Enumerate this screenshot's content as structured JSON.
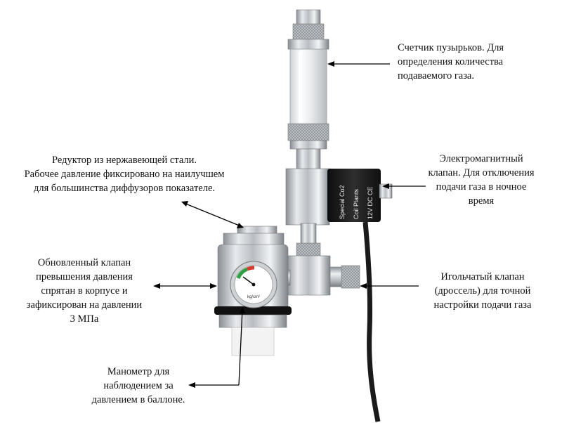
{
  "labels": {
    "bubble_counter": "Счетчик пузырьков. Для\nопределения количества\nподаваемого газа.",
    "reducer": "Редуктор из нержавеющей стали.\nРабочее давление фиксировано на наилучшем\nдля большинства диффузоров показателе.",
    "solenoid": "Электромагнитный\nклапан. Для отключения\nподачи газа в ночное\nвремя",
    "relief_valve": "Обновленный клапан\nпревышения давления\nспрятан в корпусе и\nзафиксирован на давлении\n3 МПа",
    "needle_valve": "Игольчатый клапан\n(дроссель) для точной\nнастройки подачи газа",
    "manometer": "Манометр для\nнаблюдением за\nдавлением в баллоне."
  },
  "device_text": {
    "solenoid_brand_1": "Special Co2",
    "solenoid_brand_2": "Coil Plants",
    "solenoid_spec": "12V DC CE",
    "gauge_unit": "kg/cm²"
  },
  "colors": {
    "steel": "#c9ccd0",
    "steel_dark": "#7d8288",
    "coil": "#1b1b1b",
    "gauge_green": "#2ea043",
    "gauge_red": "#d43a2f",
    "collar_white": "#f3f3f3"
  }
}
